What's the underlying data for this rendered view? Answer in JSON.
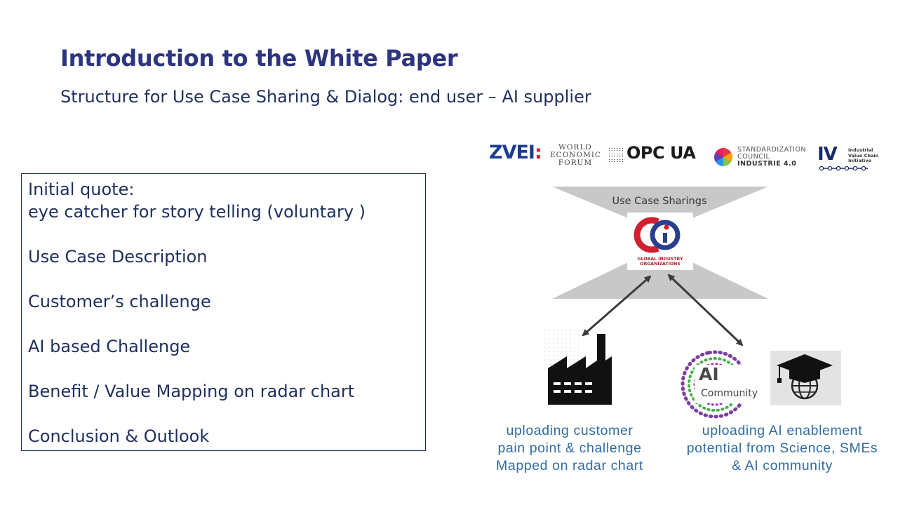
{
  "title": "Introduction to the White Paper",
  "subtitle": "Structure for Use Case Sharing & Dialog: end user – AI supplier",
  "structure": {
    "line1": "Initial quote:",
    "line2": "eye catcher for story telling (voluntary )",
    "line3": "Use Case Description",
    "line4": "Customer’s challenge",
    "line5": "AI based Challenge",
    "line6": "Benefit / Value Mapping on radar chart",
    "line7": "Conclusion & Outlook"
  },
  "logos": {
    "zvei": "ZVEI",
    "zvei_colon": ":",
    "wef_1": "WORLD",
    "wef_2": "ECONOMIC",
    "wef_3": "FORUM",
    "opc": "OPC UA",
    "sci_1": "STANDARDIZATION",
    "sci_2": "COUNCIL",
    "sci_3": "INDUSTRIE 4.0",
    "ivi": "IV",
    "ivi_1": "Industrial",
    "ivi_2": "Value Chain",
    "ivi_3": "Initiative"
  },
  "diagram": {
    "use_case_label": "Use Case Sharings",
    "gio_line1": "GLOBAL INDUSTRY",
    "gio_line2": "ORGANIZATIONS",
    "ai_line1": "AI",
    "ai_line2": "Community"
  },
  "captions": {
    "left_1": "uploading customer",
    "left_2": "pain point & challenge",
    "left_3": "Mapped on radar chart",
    "right_1": "uploading AI enablement",
    "right_2": "potential from Science, SMEs",
    "right_3": "& AI community"
  },
  "colors": {
    "title": "#2e3580",
    "body_text": "#1f3060",
    "caption": "#2e6ca4",
    "funnel": "#c8c8c8",
    "gio_red": "#d1202f",
    "gio_blue": "#2a3f8f"
  },
  "icons": [
    "factory-icon",
    "graduation-globe-icon",
    "ai-community-icon",
    "gio-logo-icon"
  ]
}
